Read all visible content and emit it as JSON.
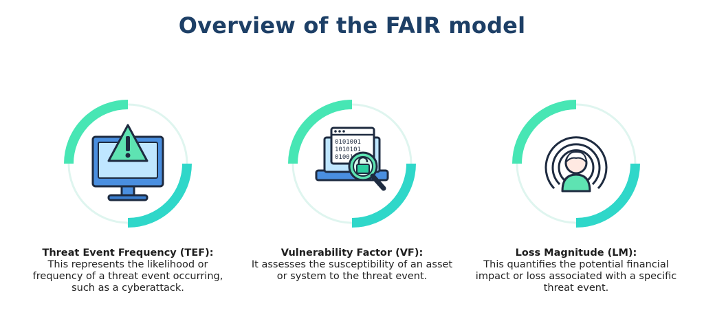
{
  "header": {
    "title": "Overview of the FAIR model"
  },
  "colors": {
    "title": "#1d3f66",
    "accent_green": "#3fe0b0",
    "accent_teal": "#2ccfd0",
    "ring_light": "#d9f4ee"
  },
  "items": [
    {
      "heading": "Threat Event Frequency (TEF):",
      "text": "This represents the likelihood or frequency of a threat event occurring, such as a cyberattack.",
      "icon": "warning-monitor-icon"
    },
    {
      "heading": "Vulnerability Factor (VF):",
      "text": "It assesses the susceptibility of an asset or system to the threat event.",
      "icon": "binary-laptop-lock-magnifier-icon"
    },
    {
      "heading": "Loss Magnitude (LM):",
      "text": "This quantifies the potential financial impact or loss associated with a specific threat event.",
      "icon": "person-signal-icon"
    }
  ]
}
